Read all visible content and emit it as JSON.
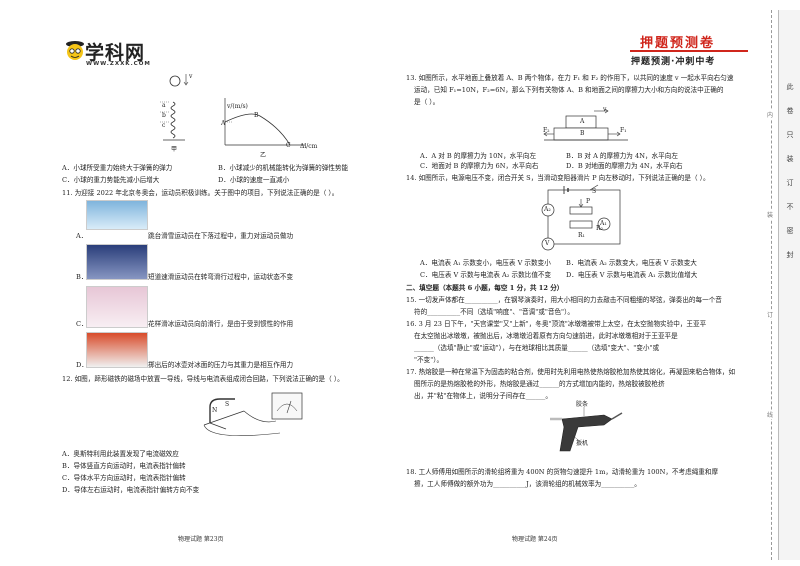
{
  "header": {
    "logo_text": "学科网",
    "logo_url": "WWW.ZXXK.COM",
    "stamp_title": "押题预测卷",
    "stamp_sub": "押题预测·冲刺中考"
  },
  "left": {
    "fig_labels": {
      "v": "v",
      "a": "a",
      "b": "b",
      "c": "c",
      "jia": "甲",
      "yi": "乙",
      "vaxis": "v/(m/s)",
      "lcm": "Δl/cm",
      "A": "A",
      "B": "B",
      "C": "C",
      "ga": "a",
      "gb": "b",
      "gc": "c",
      "O": "O"
    },
    "q10_opts": [
      "A．小球所受重力始终大于弹簧的弹力",
      "B．小球减少的机械能转化为弹簧的弹性势能",
      "C．小球的重力势能先减小后增大",
      "D．小球的速度一直减小"
    ],
    "q11_stem": "11. 为迎接 2022 年北京冬奥会，运动员积极训练。关于图中的项目，下列说法正确的是（     ）。",
    "q11_opts": [
      {
        "letter": "A．",
        "text": "跳台滑雪运动员在下落过程中，重力对运动员做功"
      },
      {
        "letter": "B．",
        "text": "短道速滑运动员在转弯滑行过程中，运动状态不变"
      },
      {
        "letter": "C．",
        "text": "花样滑冰运动员向前滑行，是由于受到惯性的作用"
      },
      {
        "letter": "D．",
        "text": "掷出后的冰壶对冰面的压力与其重力是相互作用力"
      }
    ],
    "q12_stem": "12. 如图，蹄形磁铁的磁场中放置一导线，导线与电流表组成闭合回路，下列说法正确的是（     ）。",
    "q12_fig": {
      "N": "N",
      "S": "S"
    },
    "q12_opts": [
      "A．奥斯特利用此装置发现了电流磁效应",
      "B．导体竖直方向运动时，电流表指针偏转",
      "C．导体水平方向运动时，电流表指针偏转",
      "D．导体左右运动时，电流表指针偏转方向不变"
    ],
    "footer": "物理试题          第23页"
  },
  "right": {
    "q13_stem": [
      "13. 如图所示，水平地面上叠放着 A、B 两个物体，在力 F₁ 和 F₂ 的作用下，以共同的速度 v 一起水平向右匀速",
      "运动，已知 F₁=10N，F₂=6N，那么下列有关物体 A、B 和地面之间的摩擦力大小和方向的说法中正确的",
      "是（     ）。"
    ],
    "q13_fig": {
      "v": "v",
      "A": "A",
      "B": "B",
      "F2": "F₂",
      "F1": "F₁"
    },
    "q13_opts": [
      "A．A 对 B 的摩擦力为 10N，水平向左",
      "B．B 对 A 的摩擦力为 4N，水平向左",
      "C．地面对 B 的摩擦力为 6N，水平向右",
      "D．B 对地面的摩擦力为 4N，水平向右"
    ],
    "q14_stem": "14. 如图所示，电源电压不变，闭合开关 S，当滑动变阻器滑片 P 向左移动时，下列说法正确的是（     ）。",
    "q14_fig": {
      "A1": "A₁",
      "A2": "A₂",
      "V": "V",
      "R1": "R₁",
      "R2": "R₂",
      "S": "S",
      "P": "P"
    },
    "q14_opts": [
      "A．电流表 A₁ 示数变小，电压表 V 示数变小",
      "B．电流表 A₂ 示数变大，电压表 V 示数变大",
      "C．电压表 V 示数与电流表 A₂ 示数比值不变",
      "D．电压表 V 示数与电流表 A₁ 示数比值增大"
    ],
    "sec2_title": "二、填空题（本题共 6 小题，每空 1 分，共 12 分）",
    "q15": [
      "15. 一切发声体都在__________，在钢琴演奏时，用大小相同的力去敲击不同粗细的琴弦，弹奏出的每一个音",
      "符的__________不同（选填\"响度\"、\"音调\"或\"音色\"）。"
    ],
    "q16": [
      "16. 3 月 23 日下午，\"天宫课堂\"又\"上新\"，冬奥\"顶流\"冰墩墩被带上太空，在太空抛物实验中，王亚平",
      "在太空抛出冰墩墩，被抛出后，冰墩墩沿着原有方向匀速前进，此时冰墩墩相对于王亚平是",
      "______（选填\"静止\"或\"运动\"），与在地球相比其质量______（选填\"变大\"、\"变小\"或",
      "\"不变\"）。"
    ],
    "q17": [
      "17. 热熔胶是一种在常温下为固态的粘合剂，使用时先利用电热使热熔胶枪加热使其熔化，再凝固来粘合物体，如",
      "图所示的是热熔胶枪的外形，热熔胶是通过______的方式增加内能的，热熔胶被胶枪挤",
      "出，并\"粘\"在物体上，说明分子间存在______。"
    ],
    "q17_fig": {
      "label1": "胶条",
      "label2": "扳机"
    },
    "q18": [
      "18. 工人师傅用如图所示的滑轮组将重为 400N 的货物匀速提升 1m，动滑轮重为 100N，不考虑绳重和摩",
      "擦，工人师傅做的额外功为__________J，该滑轮组的机械效率为__________。"
    ],
    "footer": "物理试题          第24页"
  },
  "sidebar": {
    "chars": [
      "此",
      "卷",
      "只",
      "装",
      "订",
      "不",
      "密",
      "封"
    ],
    "dash_chars": [
      "内",
      "装",
      "订",
      "线"
    ]
  }
}
